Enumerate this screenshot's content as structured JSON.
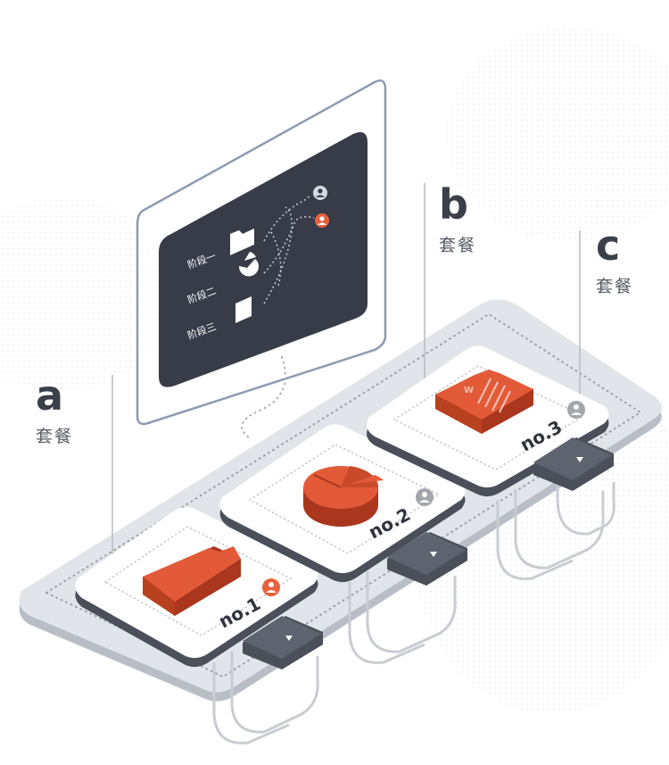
{
  "screen": {
    "stages": [
      "阶段一",
      "阶段二",
      "阶段三"
    ]
  },
  "callouts": {
    "a": {
      "letter": "a",
      "label": "套餐"
    },
    "b": {
      "letter": "b",
      "label": "套餐"
    },
    "c": {
      "letter": "c",
      "label": "套餐"
    }
  },
  "cards": [
    {
      "label": "no.1",
      "icon": "folder-icon",
      "badge_color": "#e8603c"
    },
    {
      "label": "no.2",
      "icon": "pie-chart-icon",
      "badge_color": "#a3a6ab"
    },
    {
      "label": "no.3",
      "icon": "word-document-icon",
      "badge_color": "#a3a6ab"
    }
  ],
  "colors": {
    "accent": "#e35a38",
    "screen_bg": "#373c48",
    "tray": "#dfe2e6",
    "handle": "#555b66"
  }
}
